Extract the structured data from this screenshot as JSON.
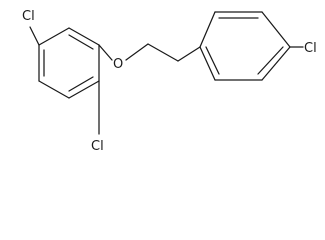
{
  "structure": {
    "atoms": {
      "cl_top_left": "Cl",
      "cl_bottom": "Cl",
      "oxygen": "O",
      "cl_right": "Cl"
    }
  }
}
